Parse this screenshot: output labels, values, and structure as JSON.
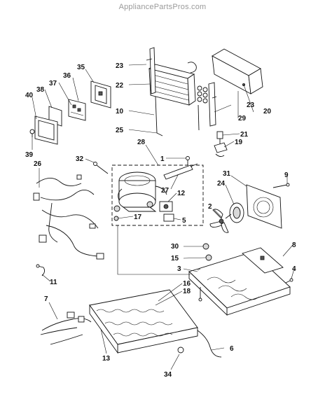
{
  "watermark": "AppliancePartsPros.com",
  "callouts": [
    {
      "id": "c23a",
      "label": "23"
    },
    {
      "id": "c22",
      "label": "22"
    },
    {
      "id": "c10",
      "label": "10"
    },
    {
      "id": "c25",
      "label": "25"
    },
    {
      "id": "c28",
      "label": "28"
    },
    {
      "id": "c1",
      "label": "1"
    },
    {
      "id": "c35",
      "label": "35"
    },
    {
      "id": "c36",
      "label": "36"
    },
    {
      "id": "c37",
      "label": "37"
    },
    {
      "id": "c38",
      "label": "38"
    },
    {
      "id": "c40",
      "label": "40"
    },
    {
      "id": "c39",
      "label": "39"
    },
    {
      "id": "c26",
      "label": "26"
    },
    {
      "id": "c32",
      "label": "32"
    },
    {
      "id": "c27",
      "label": "27"
    },
    {
      "id": "c12",
      "label": "12"
    },
    {
      "id": "c17",
      "label": "17"
    },
    {
      "id": "c5",
      "label": "5"
    },
    {
      "id": "c20",
      "label": "20"
    },
    {
      "id": "c29",
      "label": "29"
    },
    {
      "id": "c23b",
      "label": "23"
    },
    {
      "id": "c21",
      "label": "21"
    },
    {
      "id": "c19",
      "label": "19"
    },
    {
      "id": "c31",
      "label": "31"
    },
    {
      "id": "c9",
      "label": "9"
    },
    {
      "id": "c24",
      "label": "24"
    },
    {
      "id": "c2",
      "label": "2"
    },
    {
      "id": "c8",
      "label": "8"
    },
    {
      "id": "c30",
      "label": "30"
    },
    {
      "id": "c15",
      "label": "15"
    },
    {
      "id": "c3",
      "label": "3"
    },
    {
      "id": "c4",
      "label": "4"
    },
    {
      "id": "c16",
      "label": "16"
    },
    {
      "id": "c18",
      "label": "18"
    },
    {
      "id": "c11",
      "label": "11"
    },
    {
      "id": "c7",
      "label": "7"
    },
    {
      "id": "c13",
      "label": "13"
    },
    {
      "id": "c6",
      "label": "6"
    },
    {
      "id": "c34",
      "label": "34"
    }
  ]
}
